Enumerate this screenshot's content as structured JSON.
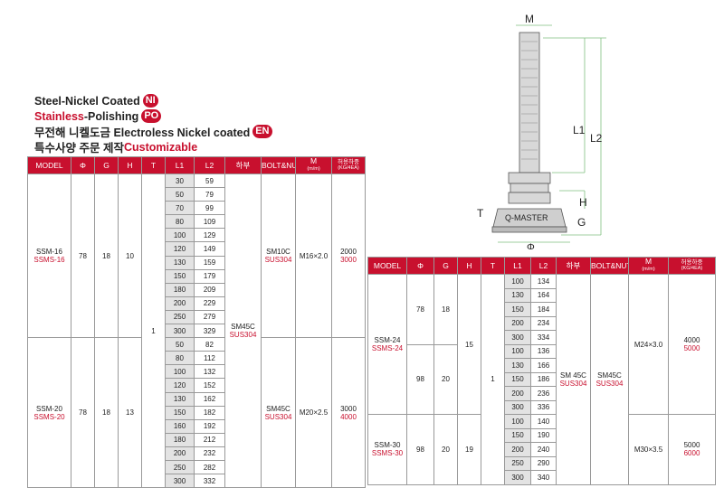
{
  "legend": [
    {
      "plain": "Steel-Nickel Coated",
      "red": "",
      "rest": "",
      "badge": "NI"
    },
    {
      "plain": "",
      "red": "Stainless",
      "rest": "-Polishing",
      "badge": "PO"
    },
    {
      "plain": "무전해 니켈도금 Electroless Nickel coated",
      "red": "",
      "rest": "",
      "badge": "EN"
    },
    {
      "plain": "특수사양 주문 제작 ",
      "red": "Customizable",
      "rest": "",
      "badge": ""
    }
  ],
  "diagram": {
    "label_m": "M",
    "label_l1": "L1",
    "label_l2": "L2",
    "label_h": "H",
    "label_t": "T",
    "label_g": "G",
    "label_phi": "Φ",
    "base_text": "Q-MASTER"
  },
  "colors": {
    "header_red": "#c8102e",
    "l1_gray": "#e3e3e3",
    "grid": "#999999",
    "dim_green": "#7fbf7f"
  },
  "table1": {
    "headers": [
      "MODEL",
      "Φ",
      "G",
      "H",
      "T",
      "L1",
      "L2",
      "하부",
      "BOLT&NUT",
      "M",
      "(m/m)",
      "허용하중",
      "(KG/4EA)"
    ],
    "groups": [
      {
        "model": "SSM-16",
        "model_ss": "SSMS-16",
        "phi": "78",
        "g": "18",
        "h": "10",
        "bolt": "SM10C",
        "bolt_ss": "SUS304",
        "m": "M16×2.0",
        "load": "2000",
        "load_ss": "3000",
        "rows": [
          [
            "30",
            "59"
          ],
          [
            "50",
            "79"
          ],
          [
            "70",
            "99"
          ],
          [
            "80",
            "109"
          ],
          [
            "100",
            "129"
          ],
          [
            "120",
            "149"
          ],
          [
            "130",
            "159"
          ],
          [
            "150",
            "179"
          ],
          [
            "180",
            "209"
          ],
          [
            "200",
            "229"
          ],
          [
            "250",
            "279"
          ],
          [
            "300",
            "329"
          ]
        ]
      },
      {
        "model": "SSM-20",
        "model_ss": "SSMS-20",
        "phi": "78",
        "g": "18",
        "h": "13",
        "bolt": "SM45C",
        "bolt_ss": "SUS304",
        "m": "M20×2.5",
        "load": "3000",
        "load_ss": "4000",
        "rows": [
          [
            "50",
            "82"
          ],
          [
            "80",
            "112"
          ],
          [
            "100",
            "132"
          ],
          [
            "120",
            "152"
          ],
          [
            "130",
            "162"
          ],
          [
            "150",
            "182"
          ],
          [
            "160",
            "192"
          ],
          [
            "180",
            "212"
          ],
          [
            "200",
            "232"
          ],
          [
            "250",
            "282"
          ],
          [
            "300",
            "332"
          ]
        ]
      }
    ],
    "t": "1",
    "lower": "SM45C",
    "lower_ss": "SUS304"
  },
  "table2": {
    "headers": [
      "MODEL",
      "Φ",
      "G",
      "H",
      "T",
      "L1",
      "L2",
      "하부",
      "BOLT&NUT",
      "M",
      "(m/m)",
      "허용하중",
      "(KG/4EA)"
    ],
    "model_a": "SSM-24",
    "model_a_ss": "SSMS-24",
    "model_b": "SSM-30",
    "model_b_ss": "SSMS-30",
    "phi_a1": "78",
    "g_a1": "18",
    "phi_a2": "98",
    "g_a2": "20",
    "phi_b": "98",
    "g_b": "20",
    "h_a": "15",
    "h_b": "19",
    "t": "1",
    "lower": "SM 45C",
    "lower_ss": "SUS304",
    "bolt": "SM45C",
    "bolt_ss": "SUS304",
    "m_a": "M24×3.0",
    "m_b": "M30×3.5",
    "load_a": "4000",
    "load_a_ss": "5000",
    "load_b": "5000",
    "load_b_ss": "6000",
    "rows_a": [
      [
        "100",
        "134"
      ],
      [
        "130",
        "164"
      ],
      [
        "150",
        "184"
      ],
      [
        "200",
        "234"
      ],
      [
        "300",
        "334"
      ],
      [
        "100",
        "136"
      ],
      [
        "130",
        "166"
      ],
      [
        "150",
        "186"
      ],
      [
        "200",
        "236"
      ],
      [
        "300",
        "336"
      ]
    ],
    "rows_b": [
      [
        "100",
        "140"
      ],
      [
        "150",
        "190"
      ],
      [
        "200",
        "240"
      ],
      [
        "250",
        "290"
      ],
      [
        "300",
        "340"
      ]
    ]
  }
}
